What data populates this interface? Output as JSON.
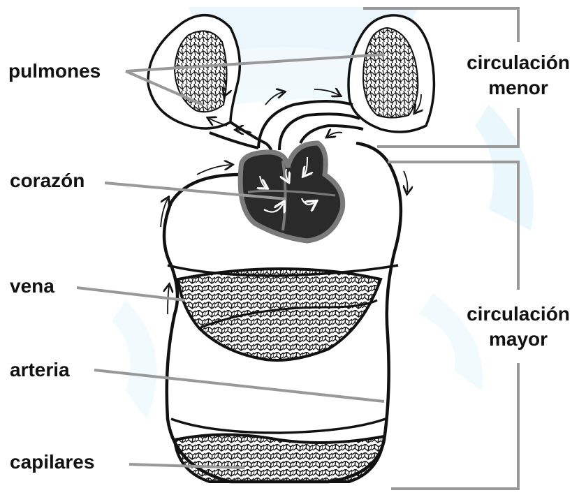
{
  "labels": {
    "pulmones": "pulmones",
    "corazon": "corazón",
    "vena": "vena",
    "arteria": "arteria",
    "capilares": "capilares"
  },
  "brackets": {
    "menor": {
      "line1": "circulación",
      "line2": "menor"
    },
    "mayor": {
      "line1": "circulación",
      "line2": "mayor"
    }
  },
  "colors": {
    "ink": "#111111",
    "leader": "#999999",
    "watermark": "#d9f0fb",
    "heart_fill": "#2a2a2a",
    "heart_wall": "#7a7a7a"
  }
}
